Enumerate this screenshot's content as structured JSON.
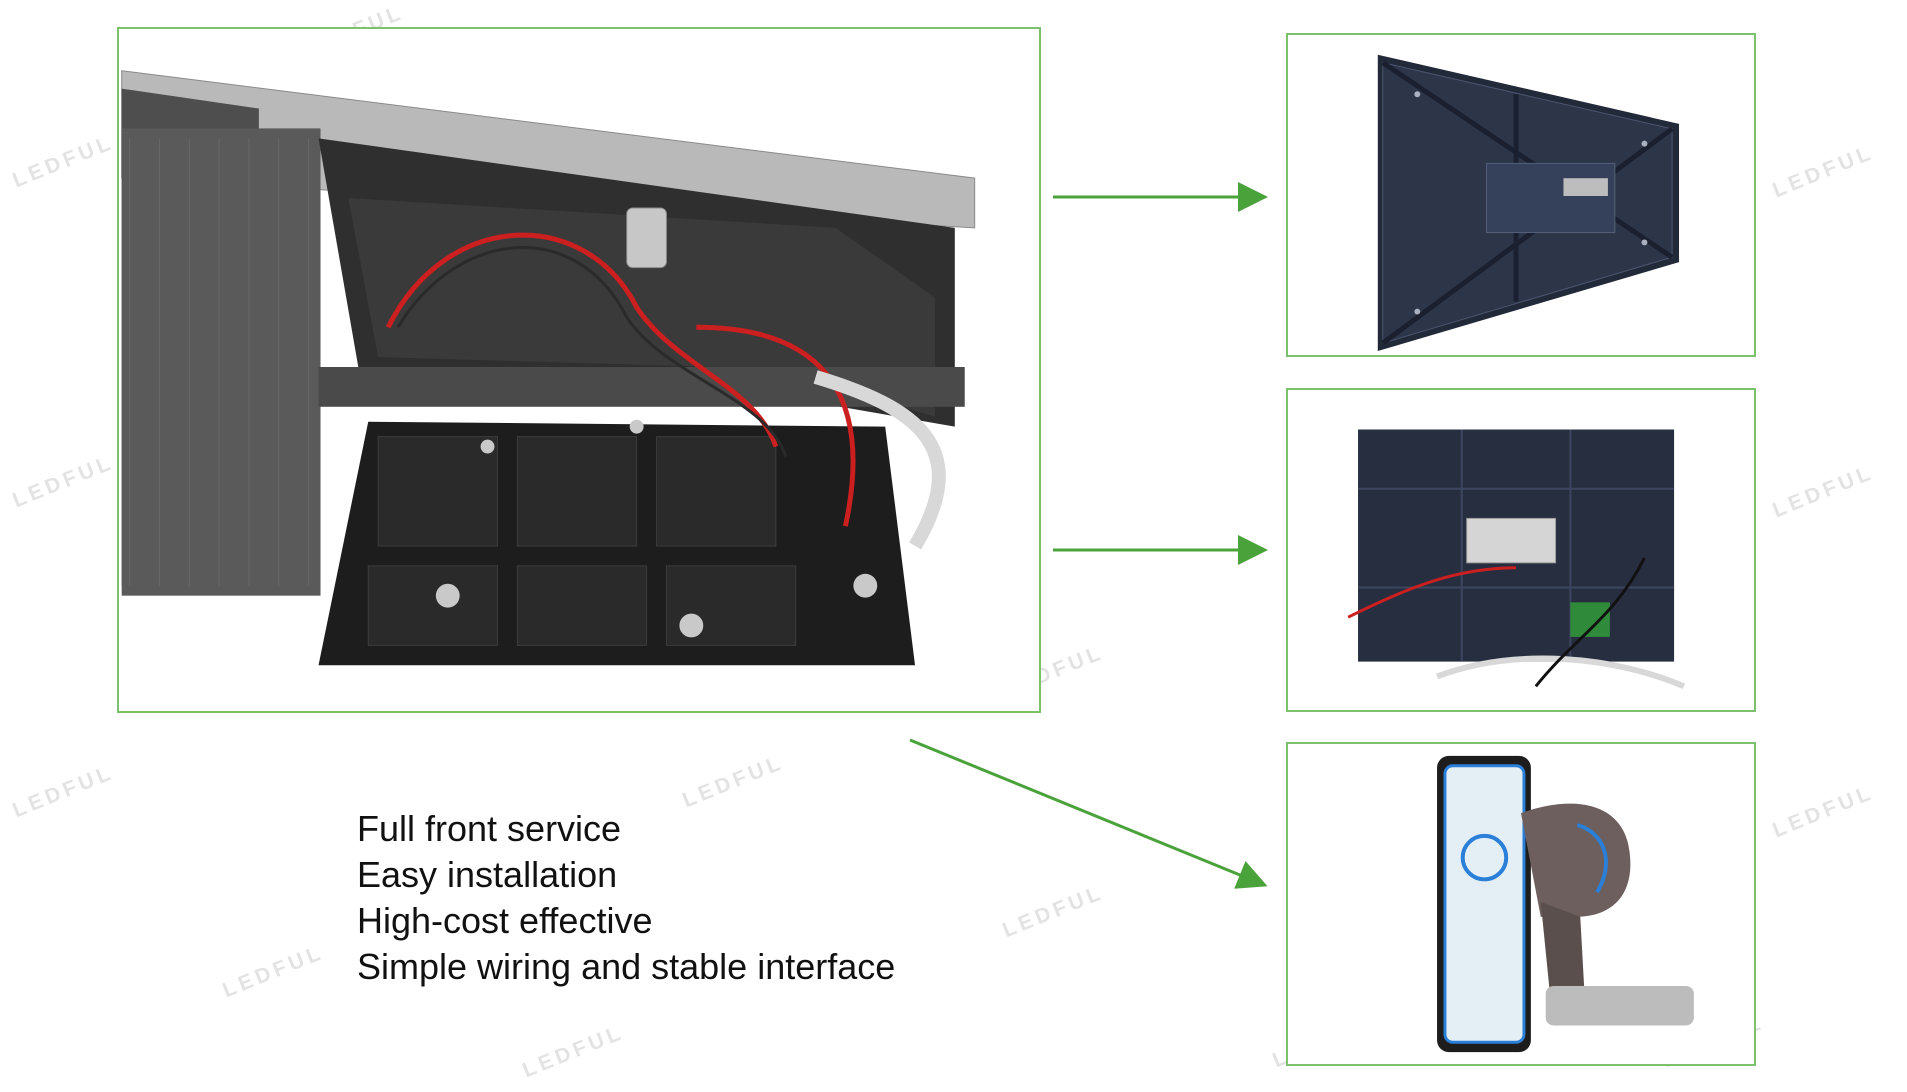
{
  "watermark": {
    "text": "LEDFUL"
  },
  "colors": {
    "frame_border": "#7cc16b",
    "arrow": "#4aa33a",
    "text": "#111111"
  },
  "images": {
    "main": {
      "name": "led-cabinet-front-service-photo"
    },
    "top": {
      "name": "led-module-back-photo"
    },
    "middle": {
      "name": "led-cabinet-wiring-back-photo"
    },
    "bottom": {
      "name": "magnetic-handle-tool-photo"
    }
  },
  "features": [
    "Full front service",
    "Easy installation",
    "High-cost effective",
    "Simple wiring and stable interface"
  ]
}
